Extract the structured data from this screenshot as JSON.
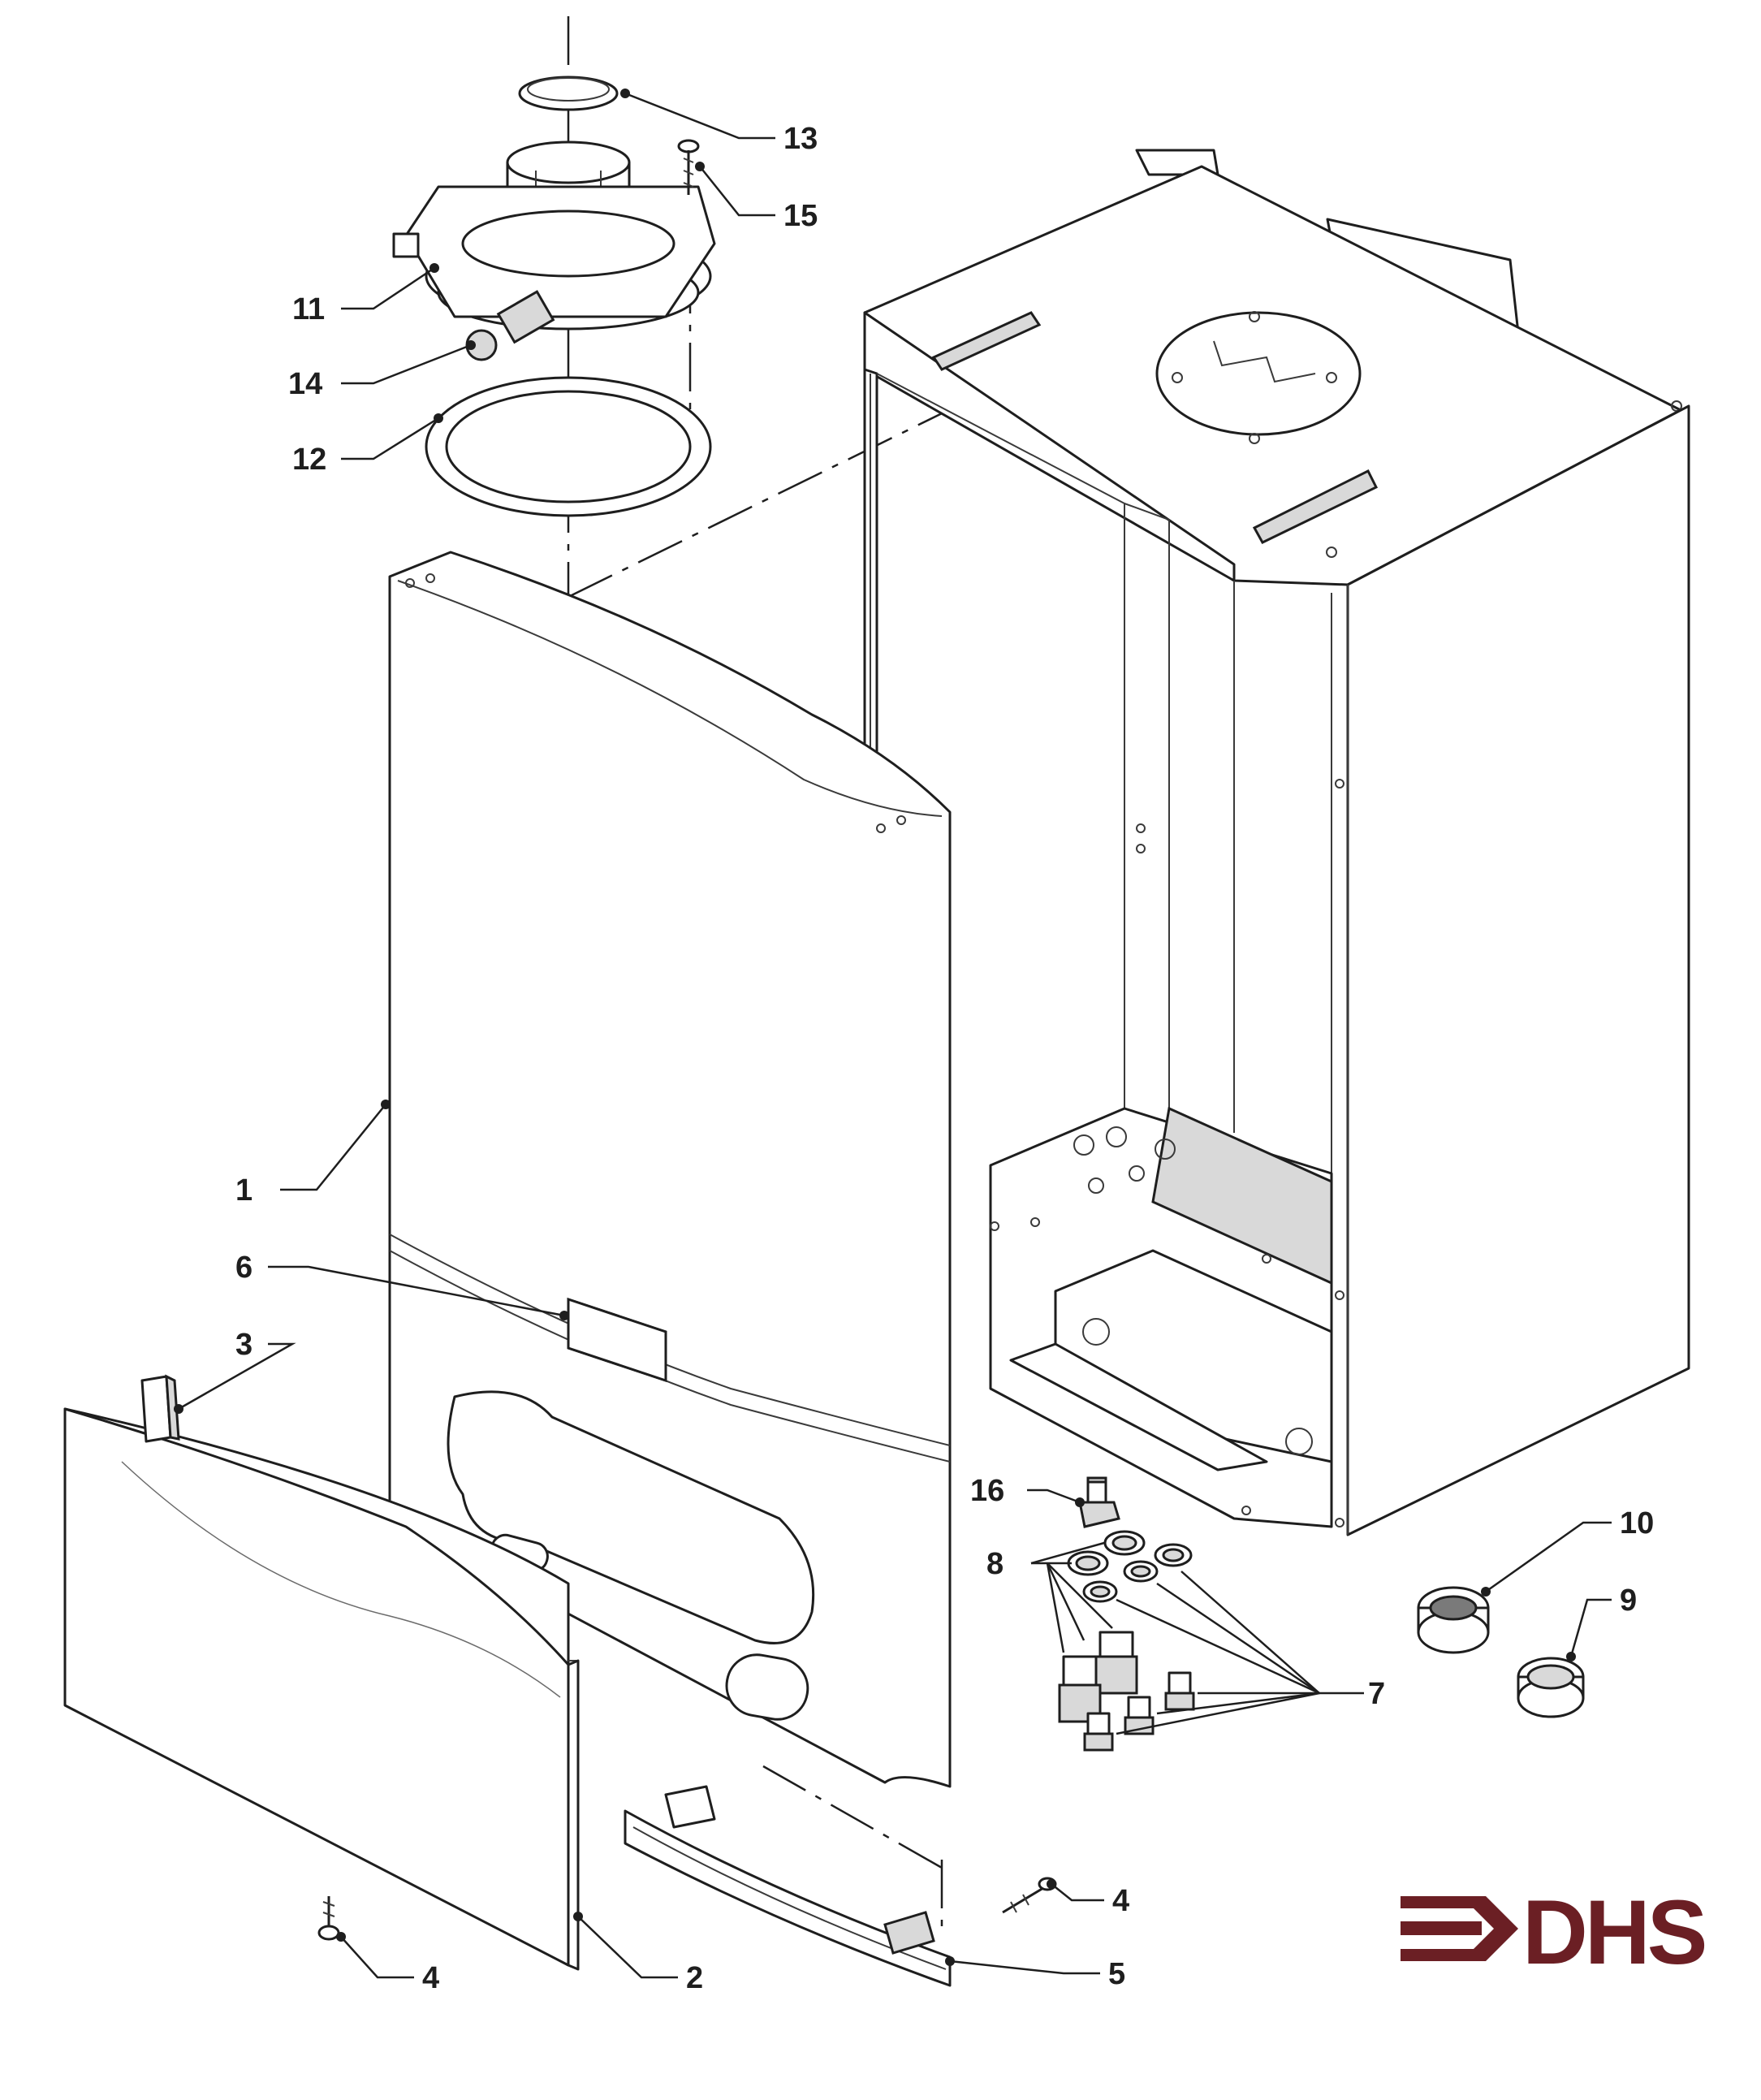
{
  "callouts": {
    "c1": "1",
    "c2": "2",
    "c3": "3",
    "c4a": "4",
    "c4b": "4",
    "c5": "5",
    "c6": "6",
    "c7": "7",
    "c8": "8",
    "c9": "9",
    "c10": "10",
    "c11": "11",
    "c12": "12",
    "c13": "13",
    "c14": "14",
    "c15": "15",
    "c16": "16"
  },
  "logo": {
    "text": "DHS",
    "color": "#6b1f24",
    "icon": "dhs-arrow-logo-icon"
  },
  "colors": {
    "line": "#1e1e1e",
    "background": "#ffffff"
  }
}
